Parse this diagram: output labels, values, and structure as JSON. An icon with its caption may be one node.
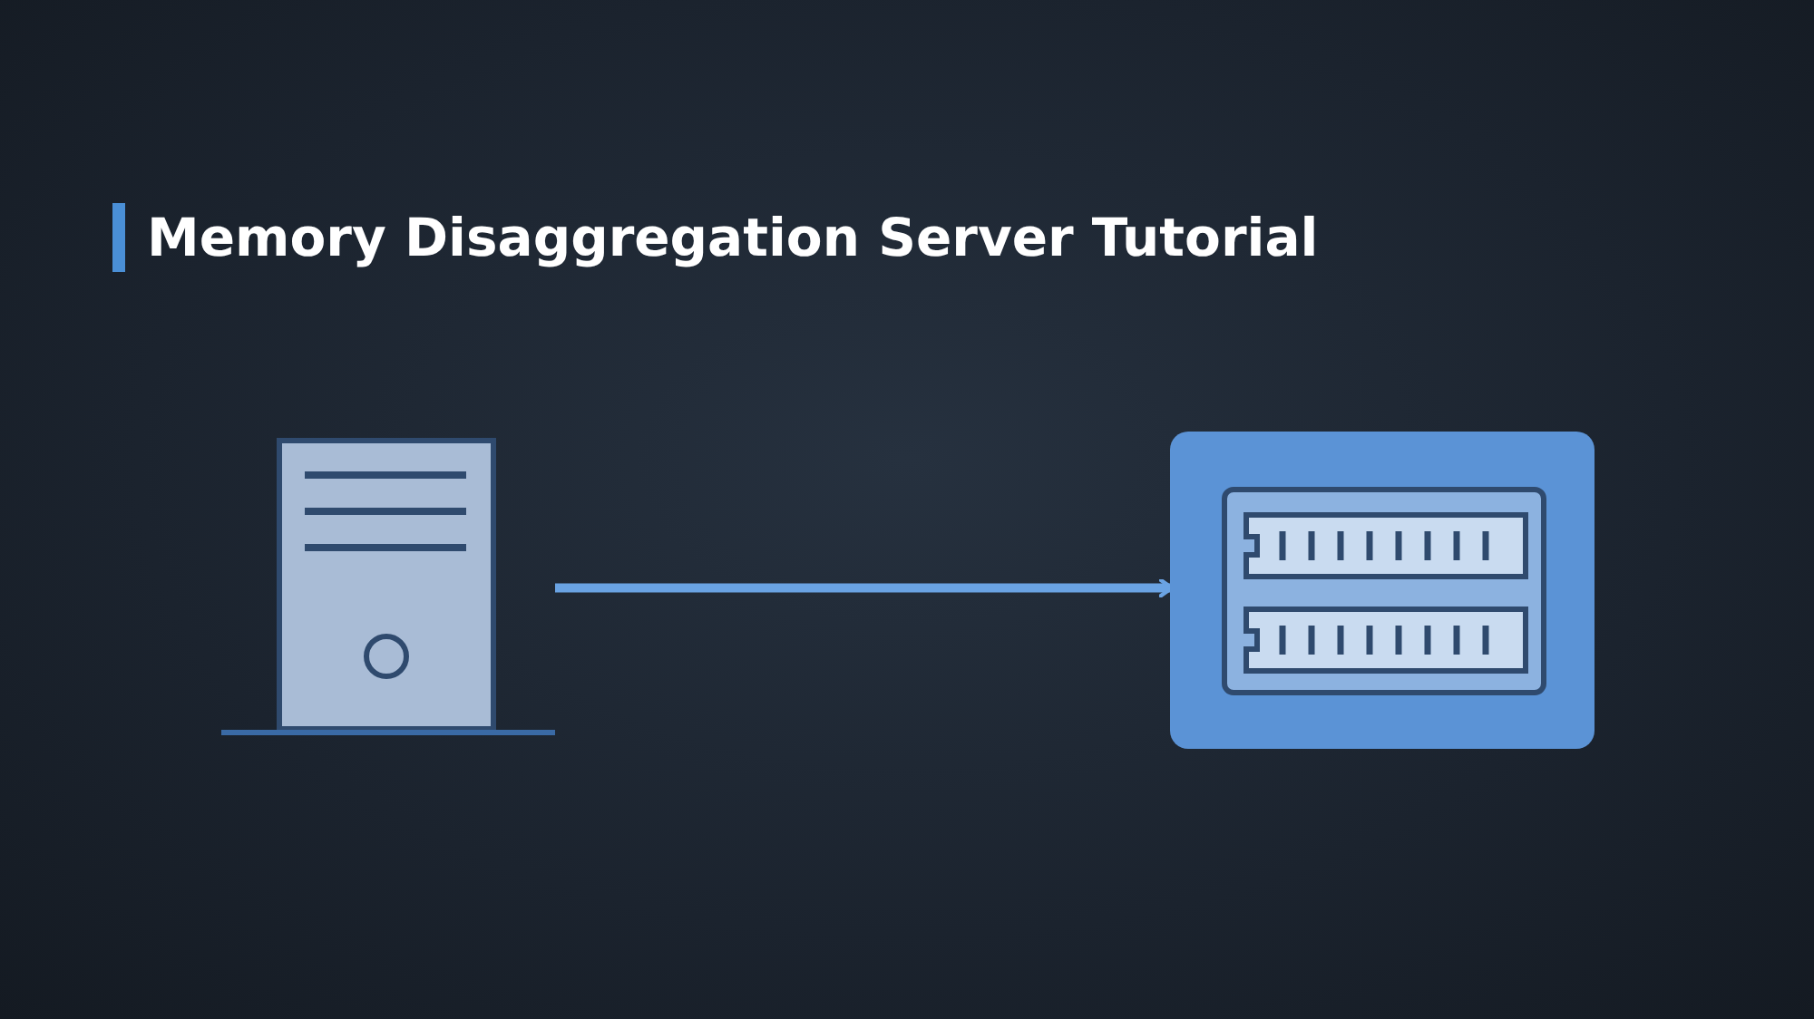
{
  "diagram": {
    "title": "Memory Disaggregation Server Tutorial",
    "nodes": [
      {
        "text": [],
        "shape": "picture"
      },
      {
        "text": [],
        "shape": "picture"
      }
    ],
    "edges": [
      {
        "from": 0,
        "to": 1,
        "arrow": "to"
      }
    ]
  }
}
